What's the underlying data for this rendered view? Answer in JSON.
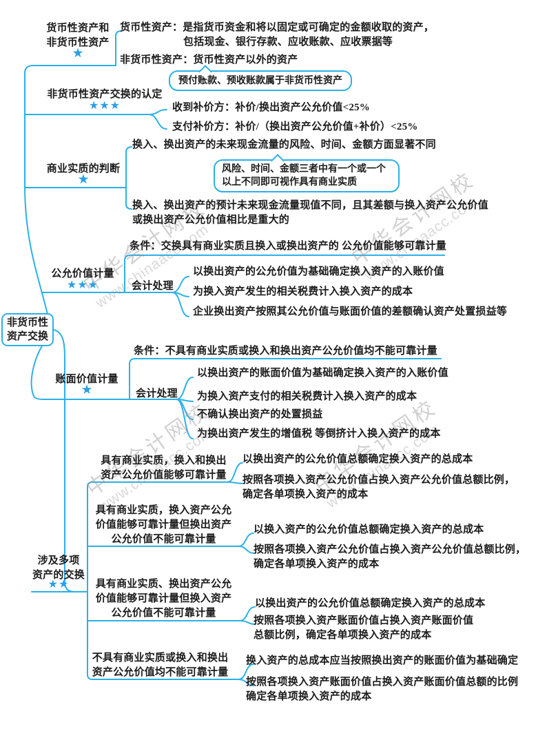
{
  "colors": {
    "line": "#2bb0e8",
    "star": "#2b9fe6",
    "text": "#1b1b1b",
    "watermark_gray": "#969696"
  },
  "watermark": {
    "cn": "中华会计网校",
    "url": "www.chinaacc.com"
  },
  "root": {
    "label": "非货币性\n资产交换"
  },
  "branches": [
    {
      "label": "货币性资产和\n非货币性资产",
      "stars": "★",
      "children": [
        {
          "text": "货币性资产：是指货币资金和将以固定或可确定的金额收取的资产，\n包括现金、银行存款、应收账款、应收票据等"
        },
        {
          "text": "非货币性资产：货币性资产以外的资产",
          "callout": "预付账款、预收账款属于非货币性资产"
        }
      ]
    },
    {
      "label": "非货币性资产交换的认定",
      "stars": "★★★",
      "children": [
        {
          "text": "收到补价方：补价/换出资产公允价值<25%"
        },
        {
          "text": "支付补价方：补价/（换出资产公允价值+补价）<25%"
        }
      ]
    },
    {
      "label": "商业实质的判断",
      "stars": "★",
      "children": [
        {
          "text": "换入、换出资产的未来现金流量的风险、时间、金额方面显著不同",
          "callout": "风险、时间、金额三者中有一个或一个\n以上不同即可视作具有商业实质"
        },
        {
          "text": "换入、换出资产的预计未来现金流量现值不同，且其差额与换入资产公允价值\n或换出资产公允价值相比是重大的"
        }
      ]
    },
    {
      "label": "公允价值计量",
      "stars": "★★★",
      "condition": "条件：交换具有商业实质且换入或换出资产的 公允价值能够可靠计量",
      "handler": "会计处理",
      "items": [
        "以换出资产的公允价值为基础确定换入资产的入账价值",
        "为换入资产发生的相关税费计入换入资产的成本",
        "企业换出资产按照其公允价值与账面价值的差额确认资产处置损益等"
      ]
    },
    {
      "label": "账面价值计量",
      "stars": "★",
      "condition": "条件：不具有商业实质或换入和换出资产公允价值均不能可靠计量",
      "handler": "会计处理",
      "items": [
        "以换出资产的账面价值为基础确定换入资产的入账价值",
        "为换入资产支付的相关税费计入换入资产的成本",
        "不确认换出资产的处置损益",
        "为换出资产发生的增值税 等倒挤计入换入资产的成本"
      ]
    },
    {
      "label": "涉及多项\n资产的交换",
      "stars": "★★",
      "cases": [
        {
          "scenario": "具有商业实质，换入和换出\n资产公允价值能够可靠计量",
          "rules": [
            "以换出资产的公允价值总额确定换入资产的总成本",
            "按照各项换入资产公允价值占换入资产公允价值总额比例，\n确定各单项换入资产的成本"
          ]
        },
        {
          "scenario": "具有商业实质，换入资产公允\n价值能够可靠计量但换出资产\n公允价值不能可靠计量",
          "rules": [
            "以换入资产的公允价值总额确定换入资产的总成本",
            "按照各项换入资产公允价值占换入资产公允价值总额比例，\n确定各单项换入资产的成本"
          ]
        },
        {
          "scenario": "具有商业实质、换出资产公允\n价值能够可靠计量但换入资产\n公允价值不能可靠计量",
          "rules": [
            "以换出资产的公允价值总额确定换入资产的总成本",
            "按照各项换入资产账面价值占换入资产账面价值\n总额比例，确定各单项换入资产的成本"
          ]
        },
        {
          "scenario": "不具有商业实质或换入和换出\n资产公允价值均不能可靠计量",
          "rules": [
            "换入资产的总成本应当按照换出资产的账面价值为基础确定",
            "按照各项换入资产账面价值占换入资产账面价值总额的比例\n确定各单项换入资产的成本"
          ]
        }
      ]
    }
  ]
}
